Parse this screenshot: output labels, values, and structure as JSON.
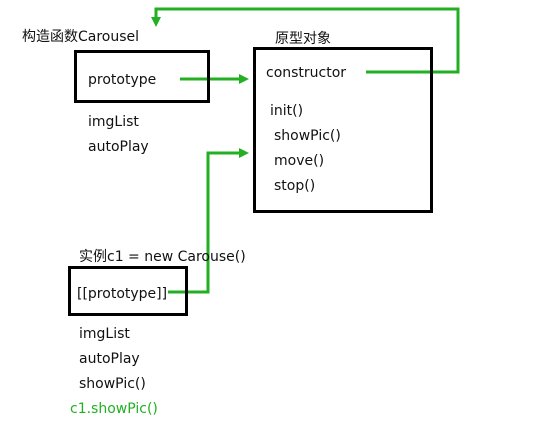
{
  "constructor_title": "构造函数Carousel",
  "constructor_box": {
    "prototype_label": "prototype",
    "members": [
      "imgList",
      "autoPlay"
    ]
  },
  "proto_title": "原型对象",
  "proto_box": {
    "constructor_label": "constructor",
    "methods": [
      "init()",
      "showPic()",
      "move()",
      "stop()"
    ]
  },
  "instance_title": "实例c1 = new Carouse()",
  "instance_box": {
    "proto_label": "[[prototype]]",
    "members": [
      "imgList",
      "autoPlay",
      "showPic()"
    ],
    "call_label": "c1.showPic()"
  },
  "colors": {
    "arrow": "#22b022",
    "box_border": "#000000",
    "text": "#111111",
    "highlight_text": "#22b022"
  }
}
